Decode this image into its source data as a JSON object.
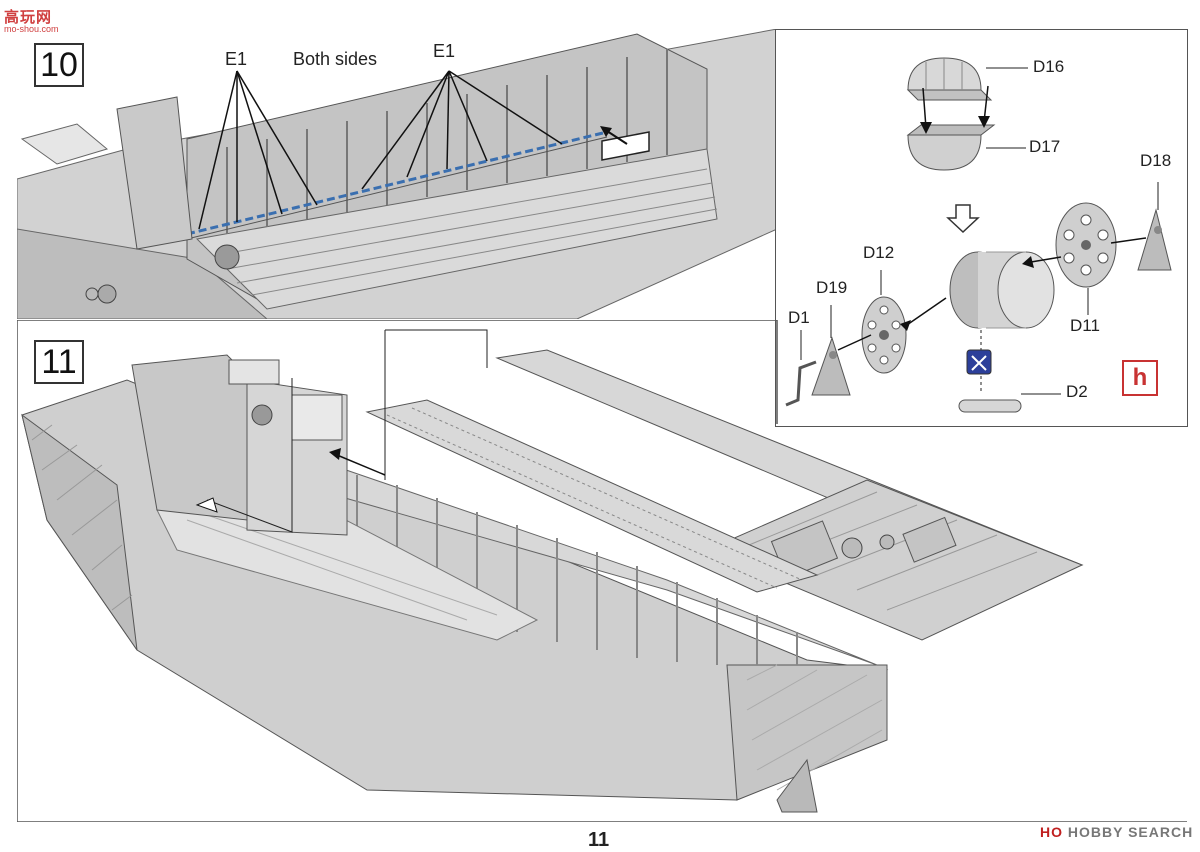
{
  "watermark": {
    "site": "高玩网",
    "url": "mo-shou.com",
    "hobby_search": "HOBBY SEARCH",
    "hobby_search_brand": "HO"
  },
  "step10": {
    "number": "10",
    "callouts": [
      "E1",
      "Both sides",
      "E1"
    ]
  },
  "detail": {
    "badge": "h",
    "parts": [
      "D16",
      "D17",
      "D18",
      "D12",
      "D19",
      "D1",
      "D11",
      "D2"
    ]
  },
  "step11": {
    "number": "11"
  },
  "page_number": "11",
  "colors": {
    "hull": "#cfcfcf",
    "hull_dark": "#a9a9a9",
    "deck": "#e0e0e0",
    "badge": "#c83232",
    "glue": "#3a6fb0"
  }
}
